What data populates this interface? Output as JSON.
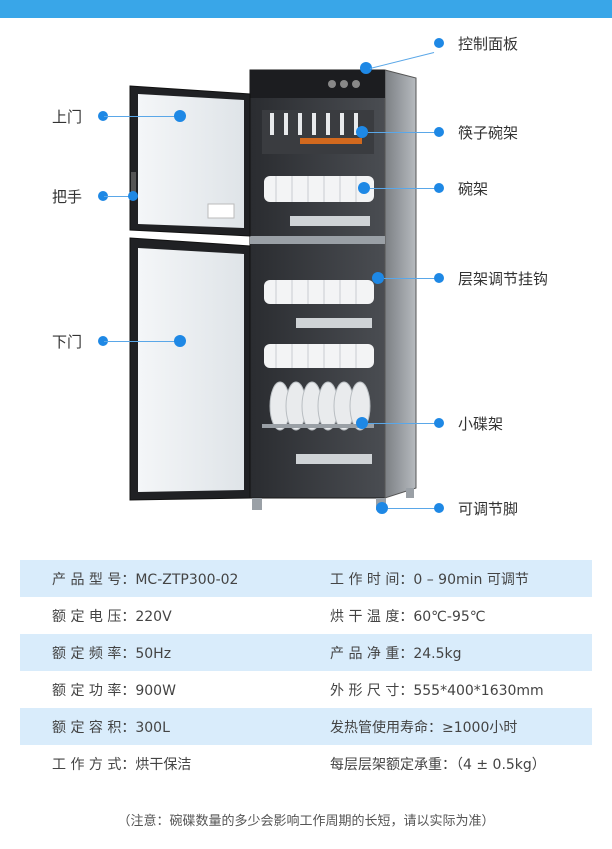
{
  "callouts": {
    "control_panel": "控制面板",
    "chopstick_rack": "筷子碗架",
    "bowl_rack": "碗架",
    "shelf_hook": "层架调节挂钩",
    "plate_rack": "小碟架",
    "adjustable_foot": "可调节脚",
    "upper_door": "上门",
    "handle": "把手",
    "lower_door": "下门"
  },
  "specs": [
    {
      "left": "产 品 型 号：MC-ZTP300-02",
      "right": "工 作 时 间：0 – 90min 可调节",
      "shaded": true
    },
    {
      "left": "额 定 电 压：220V",
      "right": "烘 干 温 度：60℃-95℃",
      "shaded": false
    },
    {
      "left": "额 定 频 率：50Hz",
      "right": "产 品 净 重：24.5kg",
      "shaded": true
    },
    {
      "left": "额 定 功 率：900W",
      "right": "外 形 尺 寸：555*400*1630mm",
      "shaded": false
    },
    {
      "left": "额 定 容 积：300L",
      "right": "发热管使用寿命：≥1000小时",
      "shaded": true
    },
    {
      "left": "工 作 方 式：烘干保洁",
      "right": "每层层架额定承重：（4 ± 0.5kg）",
      "shaded": false
    }
  ],
  "note": "（注意：碗碟数量的多少会影响工作周期的长短，请以实际为准）",
  "colors": {
    "accent": "#1e88e5",
    "row_shade": "#d9ecfb",
    "top_bar": "#39a6e8"
  }
}
